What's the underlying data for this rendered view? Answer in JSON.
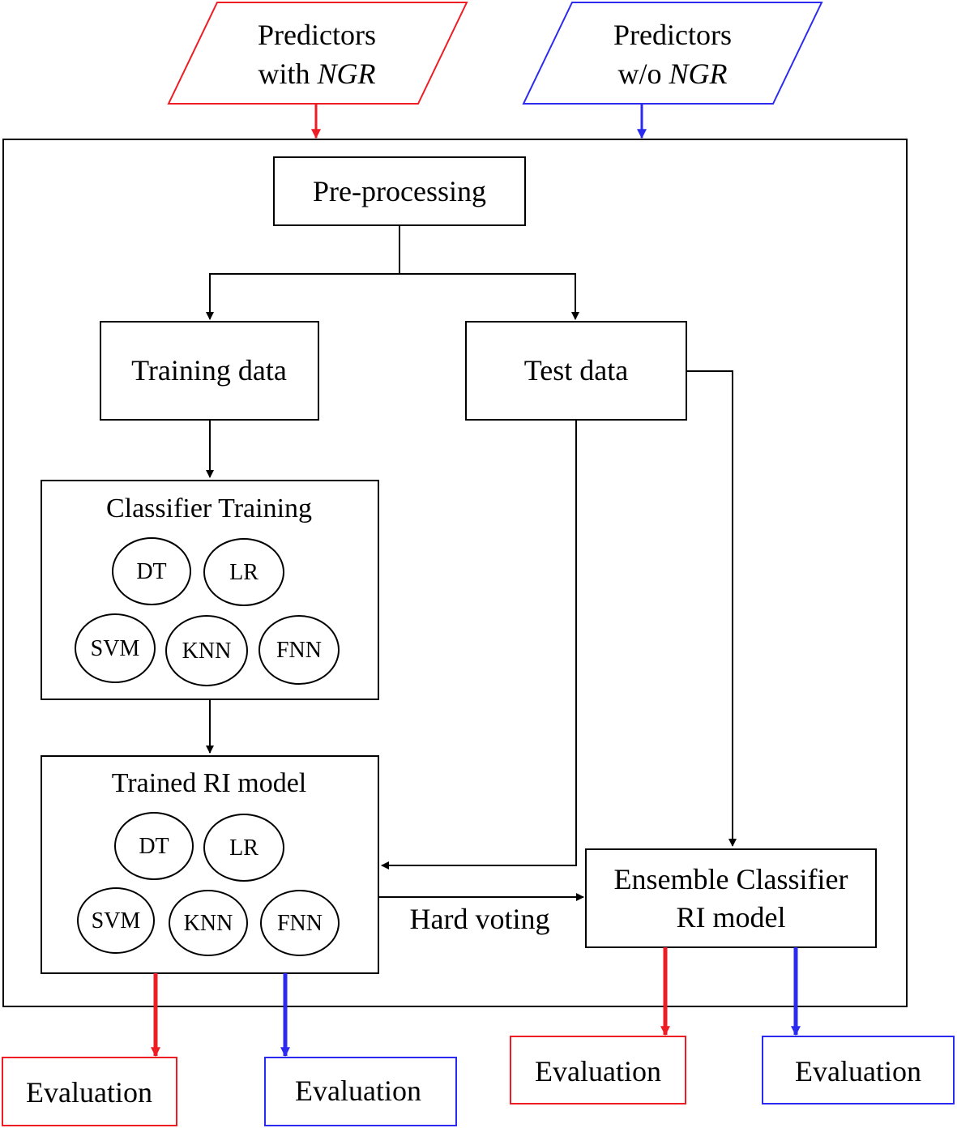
{
  "colors": {
    "red": "#ee1c23",
    "blue": "#2b2bf0",
    "black": "#000000"
  },
  "inputs": {
    "with": {
      "line1": "Predictors",
      "line2_pre": "with ",
      "line2_em": "NGR"
    },
    "without": {
      "line1": "Predictors",
      "line2_pre": "w/o ",
      "line2_em": "NGR"
    }
  },
  "nodes": {
    "preprocessing": "Pre-processing",
    "training_data": "Training data",
    "test_data": "Test data",
    "classifier_training": "Classifier Training",
    "trained_model": "Trained RI model",
    "ensemble_line1": "Ensemble Classifier",
    "ensemble_line2": "RI model"
  },
  "classifiers_training": {
    "dt": "DT",
    "lr": "LR",
    "svm": "SVM",
    "knn": "KNN",
    "fnn": "FNN"
  },
  "classifiers_trained": {
    "dt": "DT",
    "lr": "LR",
    "svm": "SVM",
    "knn": "KNN",
    "fnn": "FNN"
  },
  "edge_labels": {
    "hard_voting": "Hard voting"
  },
  "evaluations": {
    "trained_red": "Evaluation",
    "trained_blue": "Evaluation",
    "ensemble_red": "Evaluation",
    "ensemble_blue": "Evaluation"
  }
}
